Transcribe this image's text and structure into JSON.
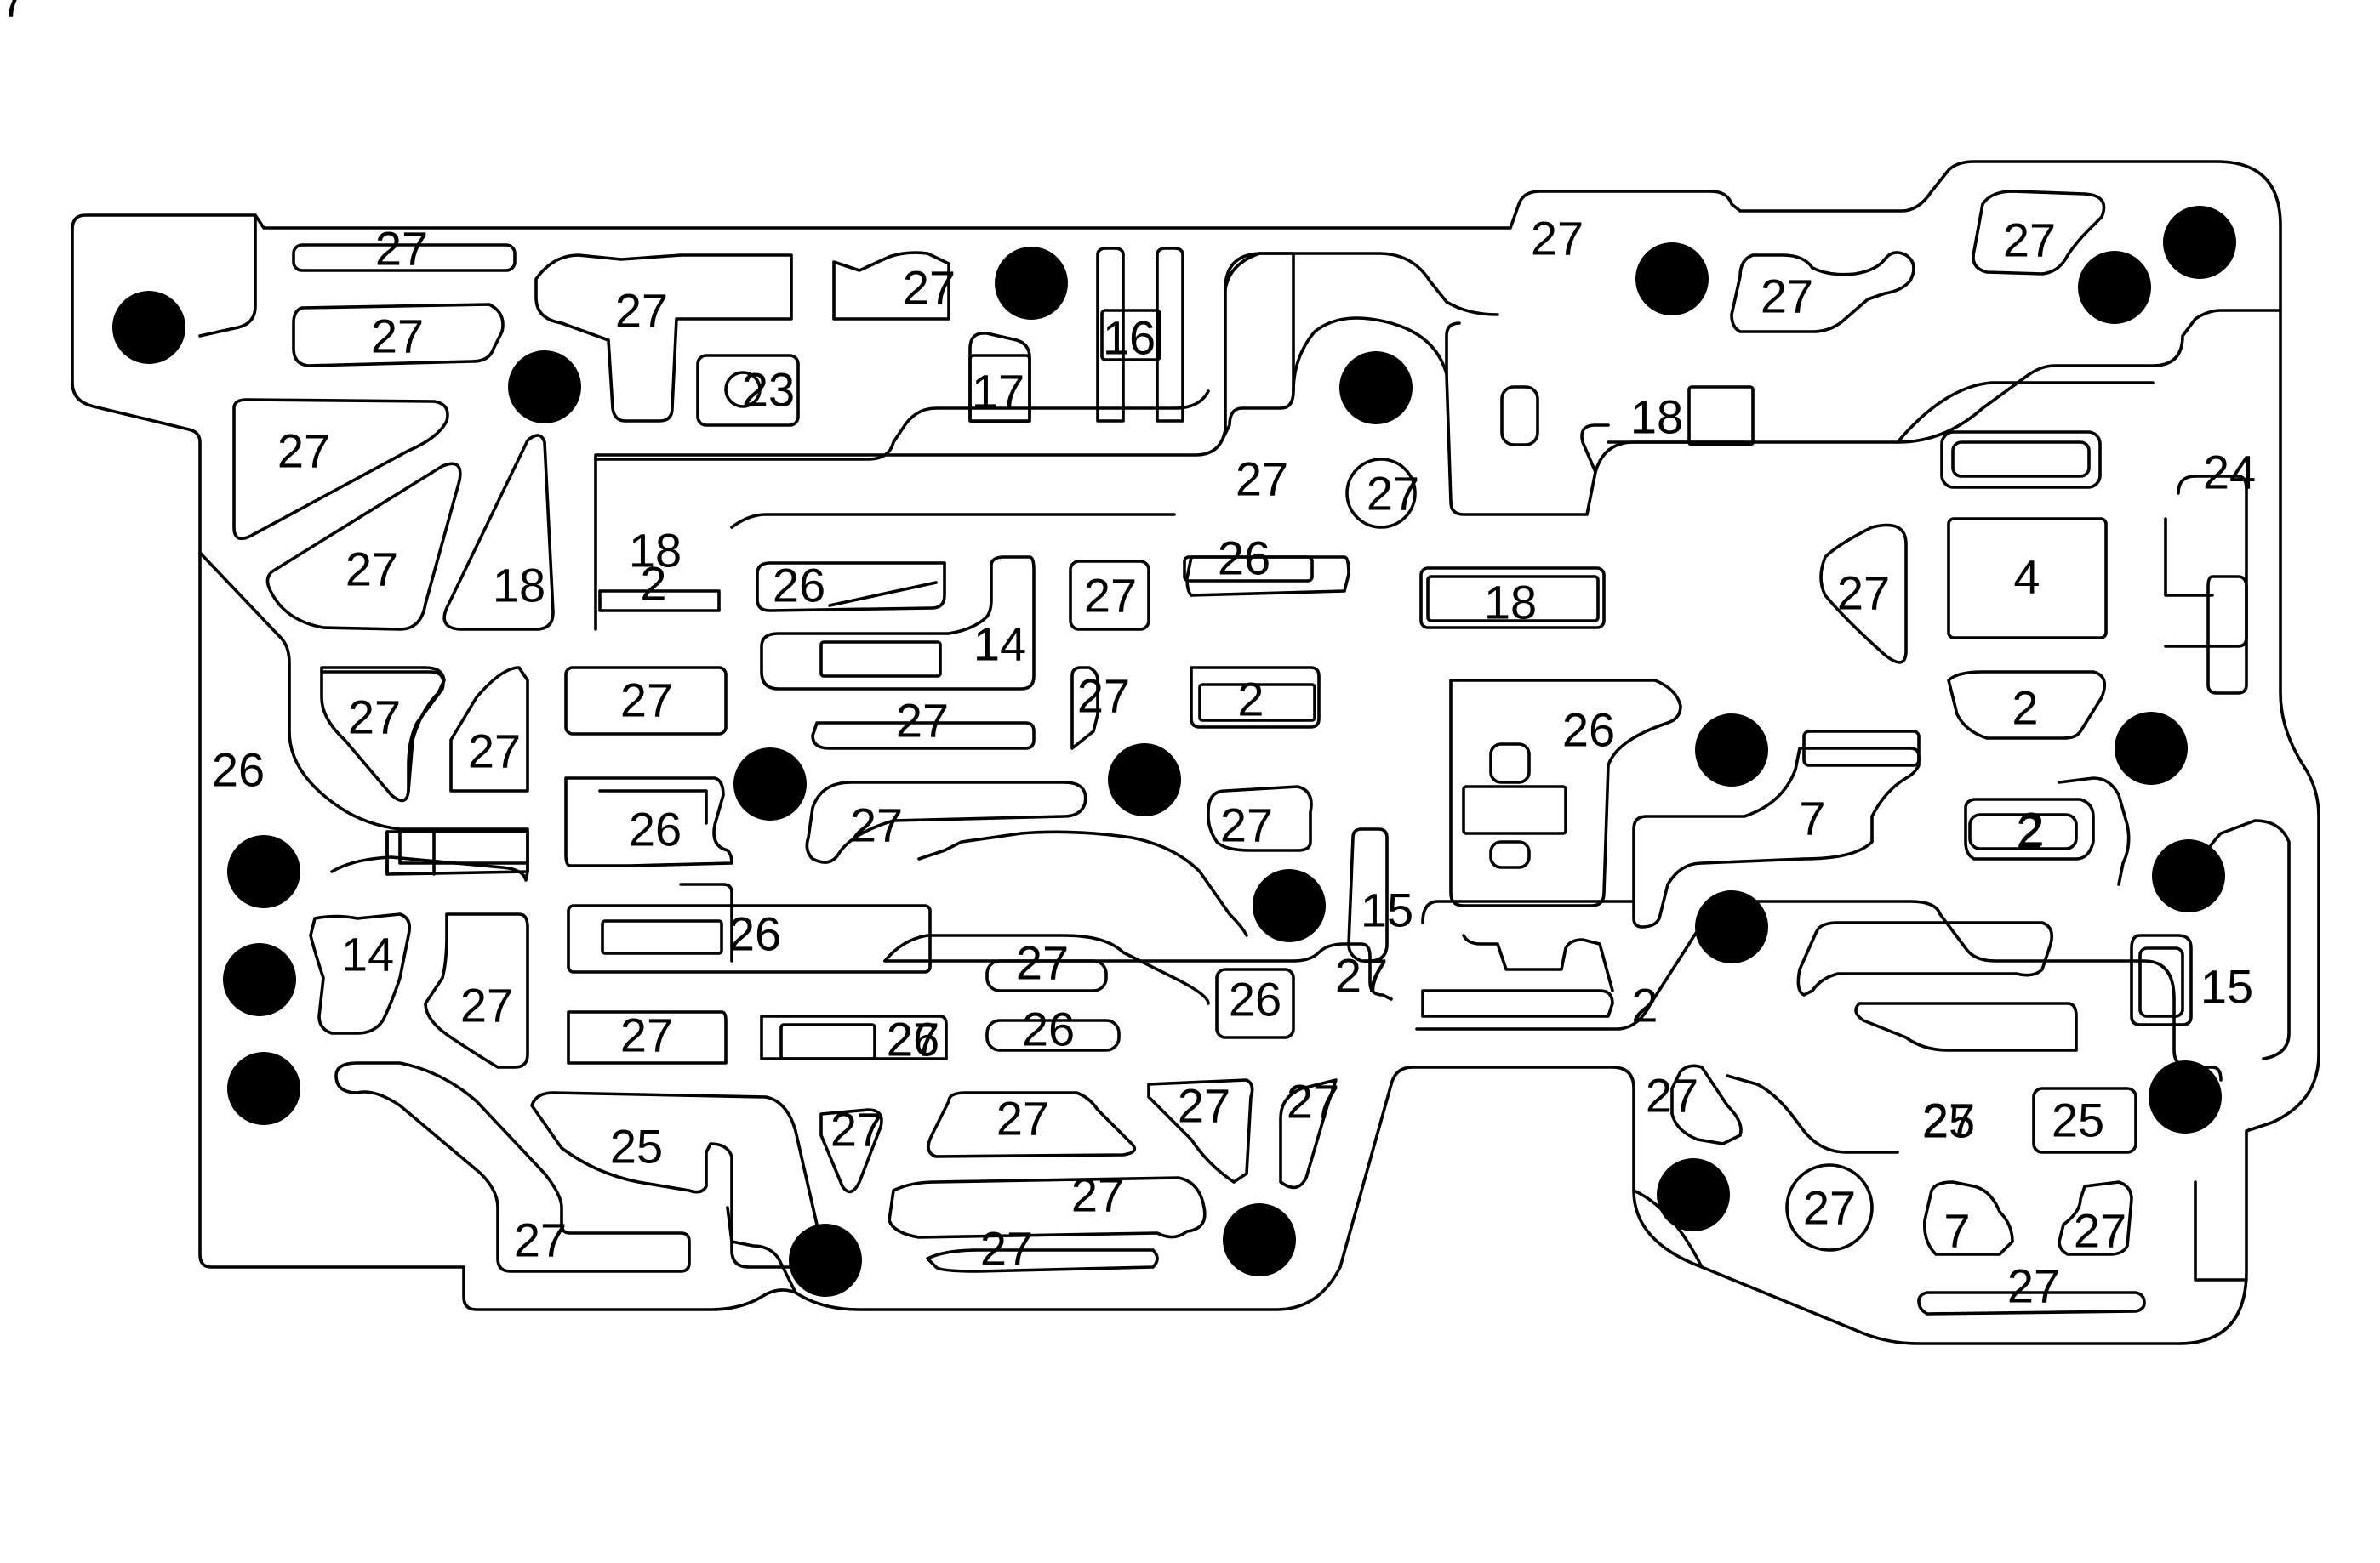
{
  "figure": {
    "colors": {
      "ink": "#000000",
      "paper": "#ffffff"
    },
    "labels": [
      "27",
      "27",
      "27",
      "27",
      "27",
      "23",
      "17",
      "16",
      "27",
      "27",
      "27",
      "27",
      "18",
      "27",
      "27",
      "18",
      "24",
      "18",
      "2",
      "18",
      "26",
      "26",
      "14",
      "27",
      "2",
      "27",
      "4",
      "27",
      "27",
      "27",
      "27",
      "27",
      "26",
      "2",
      "26",
      "2",
      "26",
      "27",
      "27",
      "7",
      "2",
      "26",
      "15",
      "14",
      "27",
      "27",
      "27",
      "27",
      "26",
      "15",
      "2",
      "25",
      "27",
      "26",
      "26",
      "27",
      "27",
      "27",
      "27",
      "27",
      "27",
      "25",
      "27",
      "27",
      "25",
      "27",
      "7",
      "27",
      "27",
      "27",
      "27"
    ]
  }
}
